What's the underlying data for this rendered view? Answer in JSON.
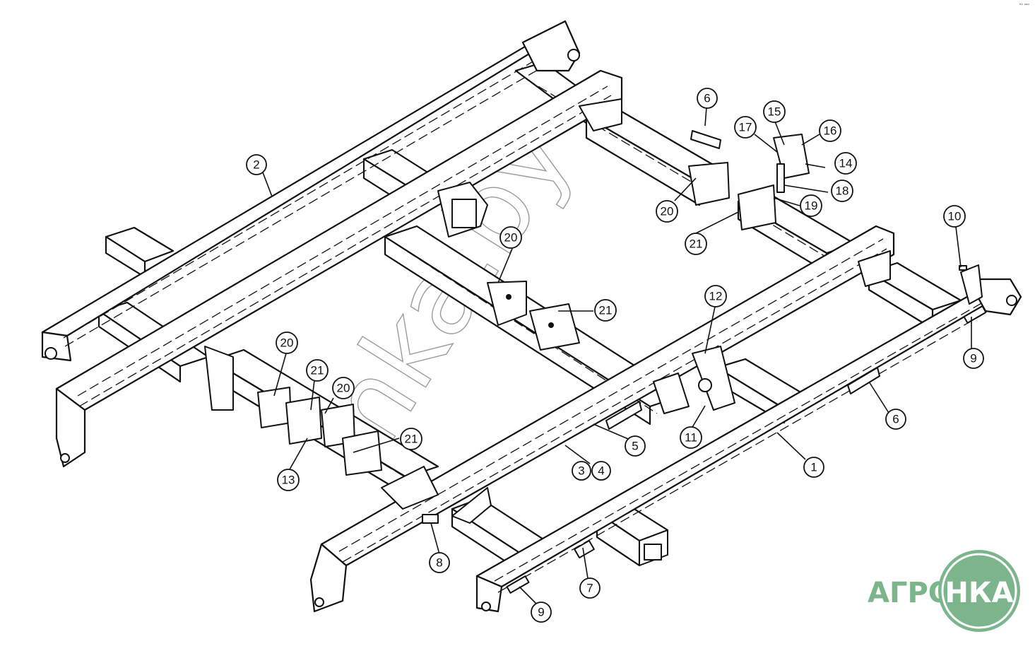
{
  "diagram": {
    "watermark": "nka.by",
    "brand": {
      "left": "АГРО",
      "inner": "НКА",
      "color": "#7cb58c"
    },
    "corner_mark": "ᵉᵃ ᵘᵒᵒ",
    "callouts": [
      {
        "label": "1"
      },
      {
        "label": "2"
      },
      {
        "label": "3"
      },
      {
        "label": "4"
      },
      {
        "label": "5"
      },
      {
        "label": "6"
      },
      {
        "label": "6"
      },
      {
        "label": "7"
      },
      {
        "label": "8"
      },
      {
        "label": "9"
      },
      {
        "label": "9"
      },
      {
        "label": "10"
      },
      {
        "label": "11"
      },
      {
        "label": "12"
      },
      {
        "label": "13"
      },
      {
        "label": "14"
      },
      {
        "label": "15"
      },
      {
        "label": "16"
      },
      {
        "label": "17"
      },
      {
        "label": "18"
      },
      {
        "label": "19"
      },
      {
        "label": "20"
      },
      {
        "label": "20"
      },
      {
        "label": "20"
      },
      {
        "label": "20"
      },
      {
        "label": "21"
      },
      {
        "label": "21"
      },
      {
        "label": "21"
      },
      {
        "label": "21"
      }
    ]
  }
}
